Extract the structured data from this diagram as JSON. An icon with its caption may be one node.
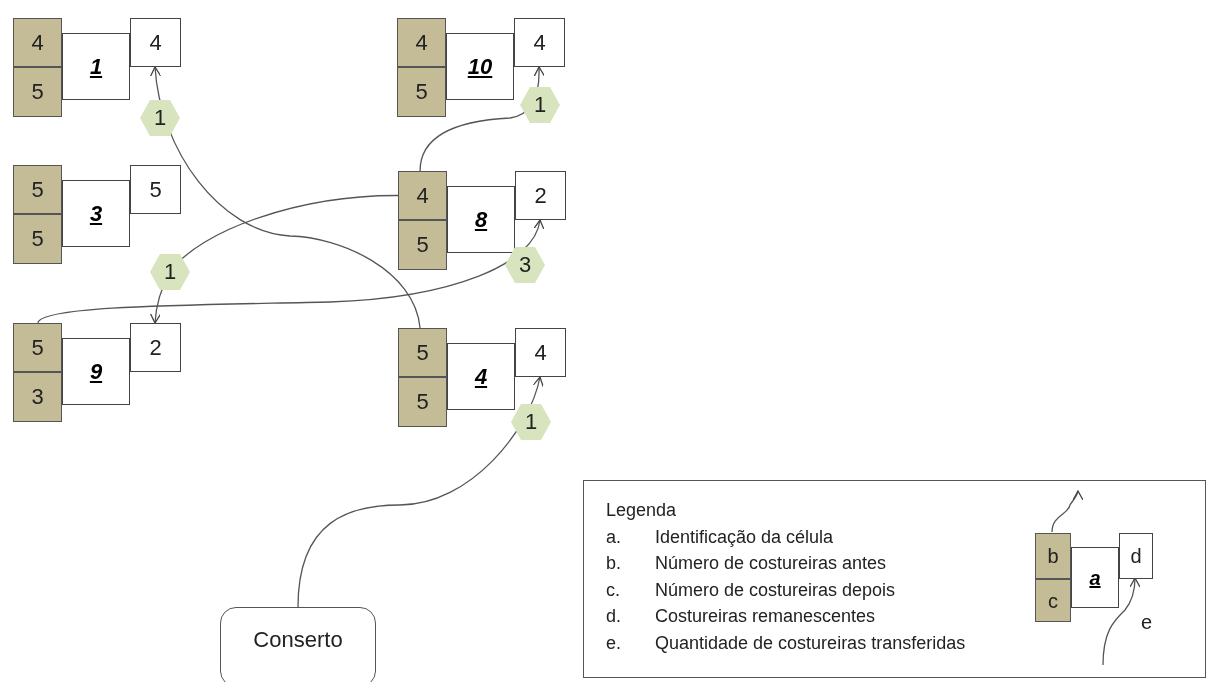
{
  "diagram": {
    "nodes": [
      {
        "text": [
          "4"
        ]
      },
      {
        "text": [
          "5"
        ]
      },
      {
        "text": [
          "1"
        ]
      },
      {
        "text": [
          "4"
        ]
      },
      {
        "text": [
          "4"
        ]
      },
      {
        "text": [
          "5"
        ]
      },
      {
        "text": [
          "10"
        ]
      },
      {
        "text": [
          "4"
        ]
      },
      {
        "text": [
          "5"
        ]
      },
      {
        "text": [
          "5"
        ]
      },
      {
        "text": [
          "3"
        ]
      },
      {
        "text": [
          "5"
        ]
      },
      {
        "text": [
          "4"
        ]
      },
      {
        "text": [
          "5"
        ]
      },
      {
        "text": [
          "8"
        ]
      },
      {
        "text": [
          "2"
        ]
      },
      {
        "text": [
          "5"
        ]
      },
      {
        "text": [
          "3"
        ]
      },
      {
        "text": [
          "9"
        ]
      },
      {
        "text": [
          "2"
        ]
      },
      {
        "text": [
          "5"
        ]
      },
      {
        "text": [
          "5"
        ]
      },
      {
        "text": [
          "4"
        ]
      },
      {
        "text": [
          "4"
        ]
      },
      {
        "text": [
          "Conserto"
        ]
      },
      {
        "text": [
          "Legenda",
          "a.",
          "Identificação da célula",
          "b.",
          "Número de costureiras antes",
          "c.",
          "Número de costureiras depois",
          "d.",
          "Costureiras remanescentes",
          "e.",
          "Quantidade de costureiras transferidas"
        ]
      },
      {
        "text": [
          "b"
        ],
        "in": 25
      },
      {
        "text": [
          "c"
        ],
        "in": 25
      },
      {
        "text": [
          "a"
        ],
        "in": 25
      },
      {
        "text": [
          "d"
        ],
        "in": 25
      }
    ],
    "edges": [
      {
        "from": 20,
        "to": 3,
        "arrow": "to",
        "label": "1"
      },
      {
        "from": 12,
        "to": 7,
        "arrow": "to",
        "label": "1"
      },
      {
        "from": 12,
        "to": 19,
        "arrow": "to",
        "label": "1"
      },
      {
        "from": 16,
        "to": 15,
        "arrow": "to",
        "label": "3"
      },
      {
        "from": 24,
        "to": 23,
        "arrow": "to",
        "label": "1"
      },
      {
        "from": 26,
        "to": null,
        "arrow": "to"
      },
      {
        "from": null,
        "to": 29,
        "arrow": "to",
        "label": "e"
      }
    ]
  }
}
